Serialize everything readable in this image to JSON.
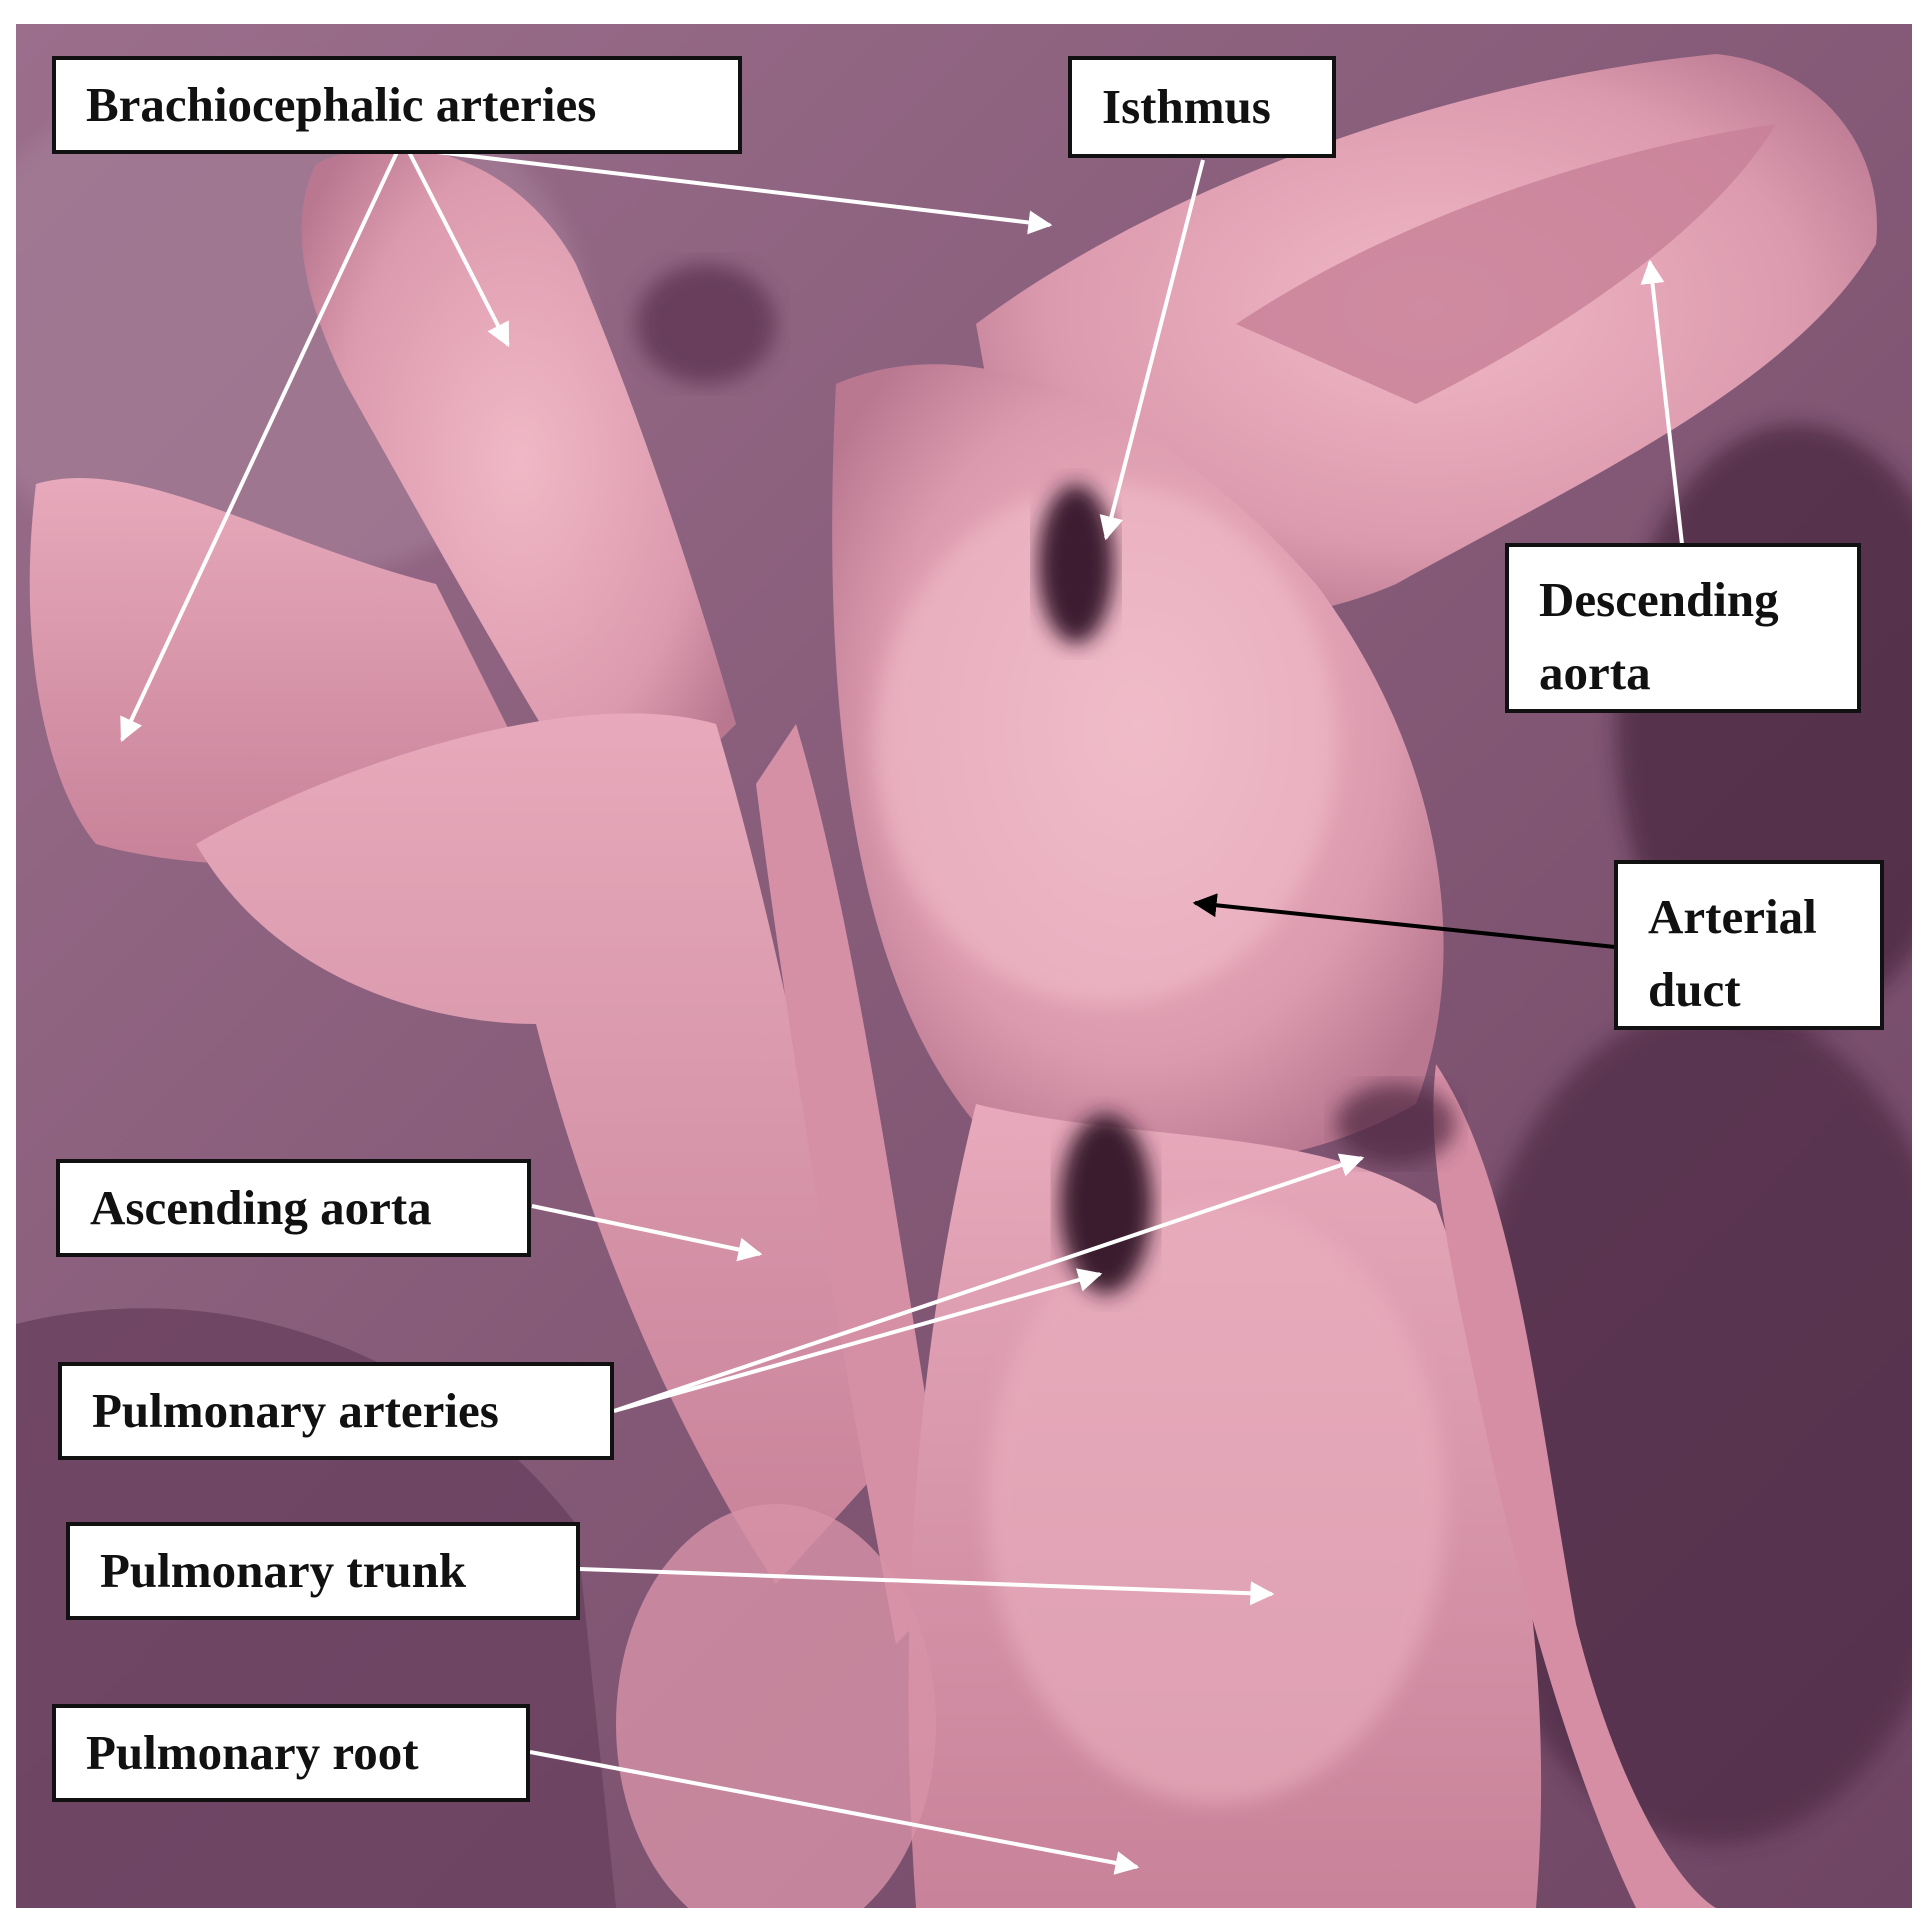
{
  "labels": {
    "brachiocephalic_arteries": "Brachiocephalic arteries",
    "isthmus": "Isthmus",
    "descending_aorta": "Descending\naorta",
    "arterial_duct": "Arterial\nduct",
    "ascending_aorta": "Ascending aorta",
    "pulmonary_arteries": "Pulmonary arteries",
    "pulmonary_trunk": "Pulmonary trunk",
    "pulmonary_root": "Pulmonary root"
  },
  "colors": {
    "tissue_light": "#e8aebd",
    "tissue_mid": "#cf8aa0",
    "shadow": "#5a2f4a",
    "background": "#8a5f7a",
    "label_bg": "#ffffff",
    "label_border": "#111111",
    "arrow_light": "#ffffff",
    "arrow_dark": "#000000"
  }
}
